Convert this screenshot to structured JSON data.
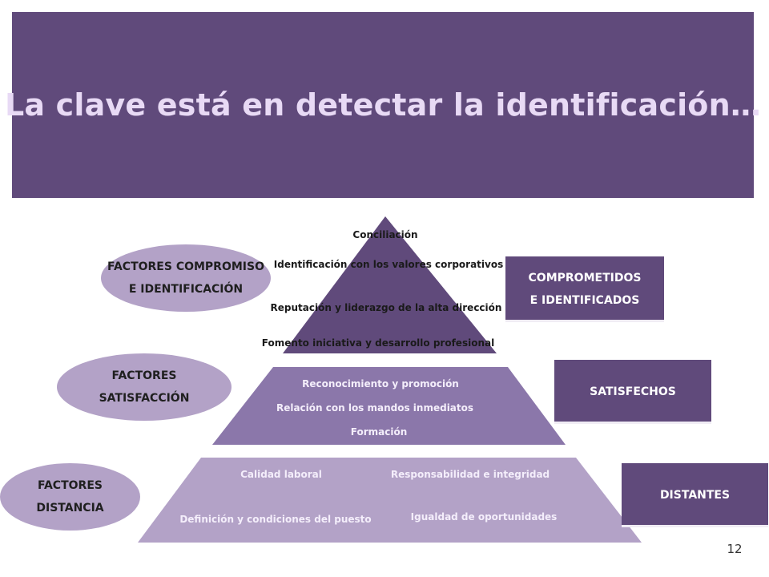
{
  "title": "La clave está en detectar la identificación…",
  "pyramid": {
    "top_tier": [
      "Conciliación",
      "Identificación con los valores corporativos",
      "Reputación y liderazgo de la alta dirección",
      "Fomento iniciativa y desarrollo profesional"
    ],
    "middle_tier": [
      "Reconocimiento y promoción",
      "Relación con los mandos inmediatos",
      "Formación"
    ],
    "bottom_tier": {
      "left": [
        "Calidad laboral",
        "Definición y condiciones del puesto"
      ],
      "right": [
        "Responsabilidad e integridad",
        "Igualdad de oportunidades"
      ]
    }
  },
  "factors": {
    "compromiso": [
      "FACTORES COMPROMISO",
      "E IDENTIFICACIÓN"
    ],
    "satisfaccion": [
      "FACTORES",
      "SATISFACCIÓN"
    ],
    "distancia": [
      "FACTORES",
      "DISTANCIA"
    ]
  },
  "results": {
    "comprometidos": [
      "COMPROMETIDOS",
      "E IDENTIFICADOS"
    ],
    "satisfechos": "SATISFECHOS",
    "distantes": "DISTANTES"
  },
  "colors": {
    "header": "#604a7b",
    "title_text": "#e8daf5",
    "tier_top": "#604a7b",
    "tier_middle": "#8b77aa",
    "tier_bottom": "#b3a2c7",
    "ellipse": "#b3a2c7",
    "box": "#604a7b"
  },
  "page_number": "12"
}
